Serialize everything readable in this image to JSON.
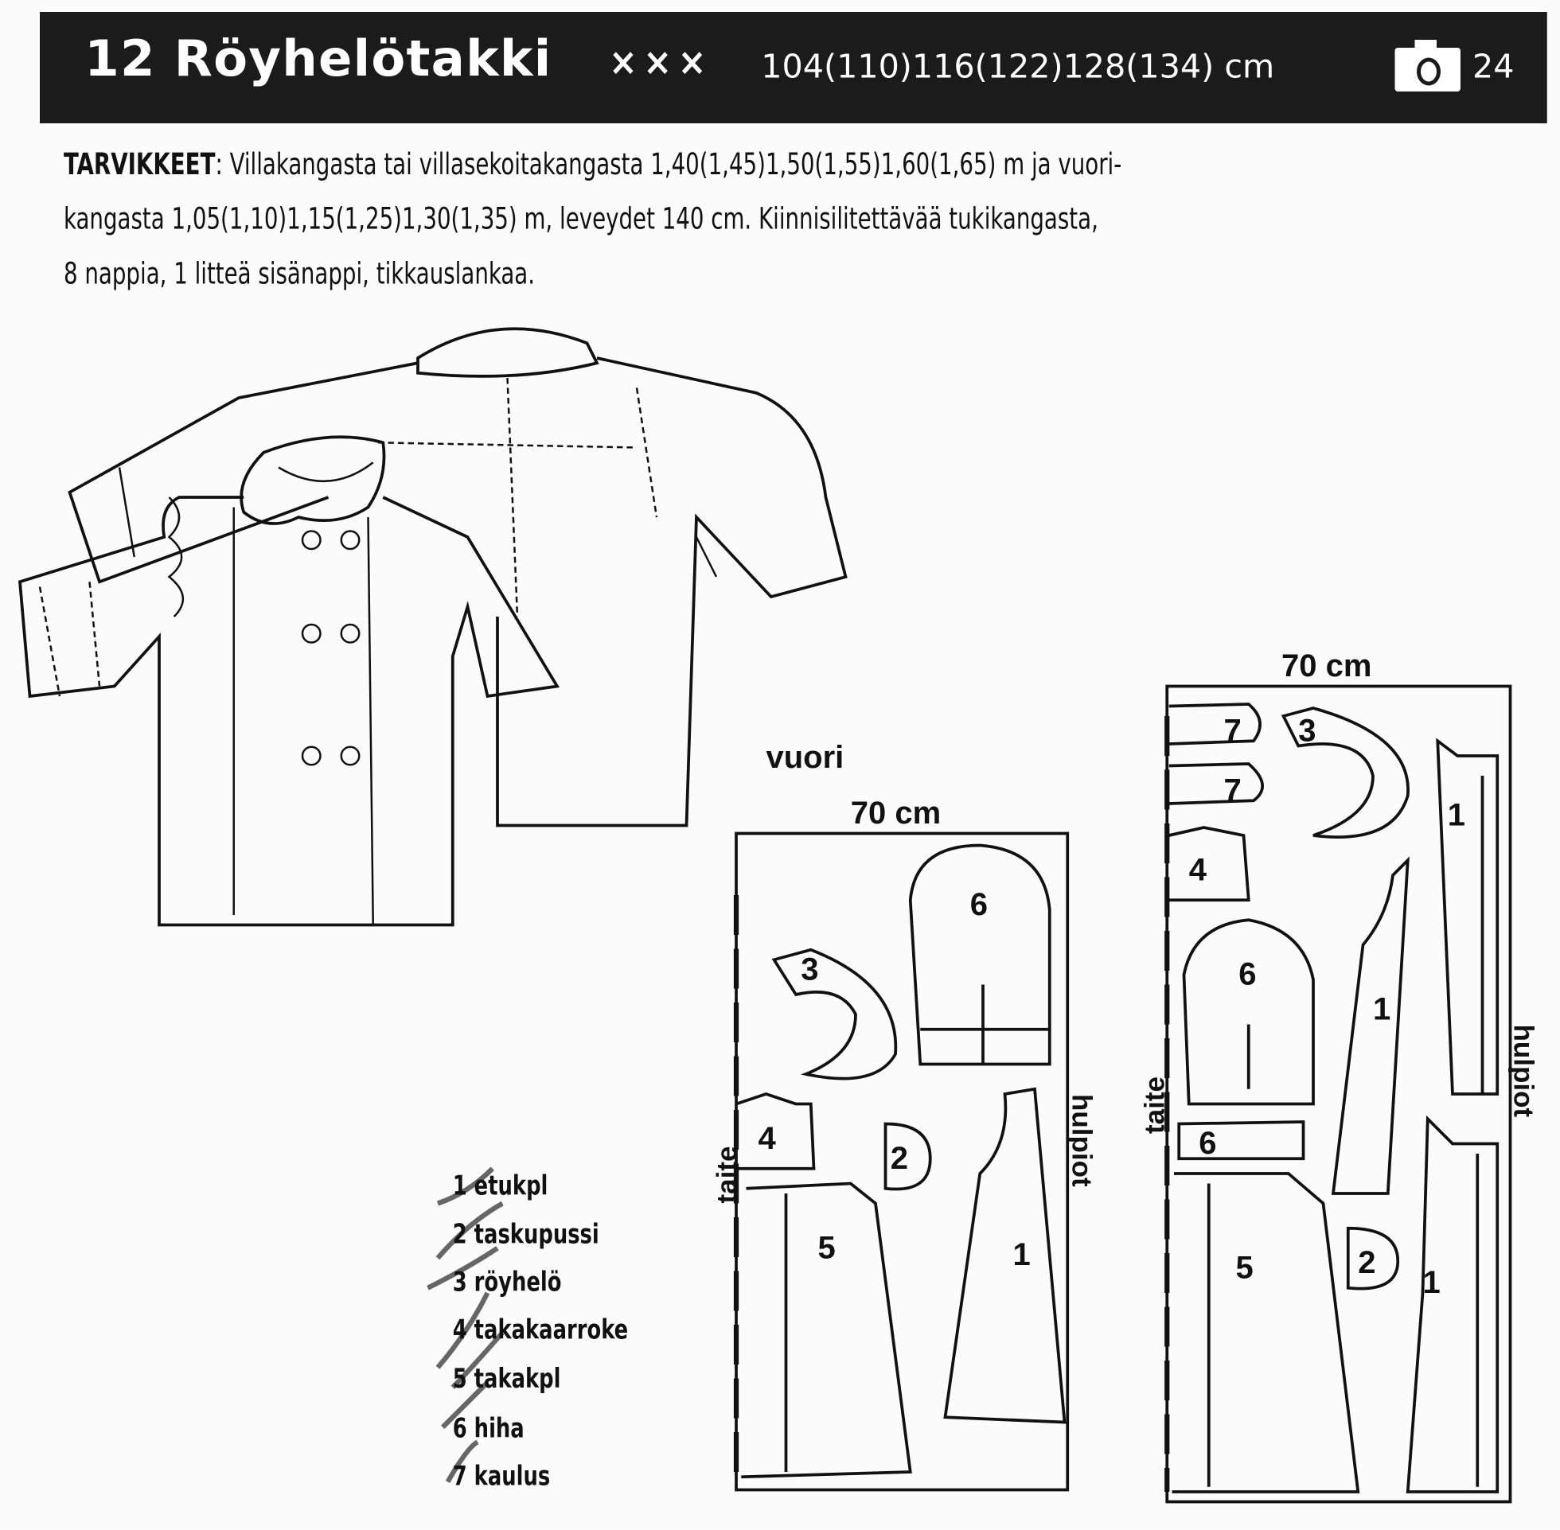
{
  "header": {
    "title": "12 Röyhelötakki",
    "difficulty": "×××",
    "sizes": "104(110)116(122)128(134) cm",
    "photo_icon": "camera-icon",
    "photo_page": "24"
  },
  "materials": {
    "label": "TARVIKKEET",
    "line1": ": Villakangasta tai villasekoitakangasta 1,40(1,45)1,50(1,55)1,60(1,65) m ja vuori-",
    "line2": "kangasta 1,05(1,10)1,15(1,25)1,30(1,35) m, leveydet 140 cm. Kiinnisilitettävää tukikangasta,",
    "line3": "8 nappia, 1 litteä sisänappi, tikkauslankaa."
  },
  "legend": [
    "1 etukpl",
    "2 taskupussi",
    "3 röyhelö",
    "4 takakaarroke",
    "5 takakpl",
    "6 hiha",
    "7 kaulus"
  ],
  "lining_layout": {
    "label": "vuori",
    "width": "70 cm",
    "fold": "taite",
    "selvages": "hulpiot",
    "pieces": [
      "6",
      "3",
      "4",
      "2",
      "5",
      "1"
    ]
  },
  "fabric_layout": {
    "width": "70 cm",
    "fold": "taite",
    "selvages": "hulpiot",
    "pieces": [
      "7",
      "3",
      "7",
      "1",
      "4",
      "6",
      "1",
      "6",
      "5",
      "2",
      "1"
    ]
  }
}
